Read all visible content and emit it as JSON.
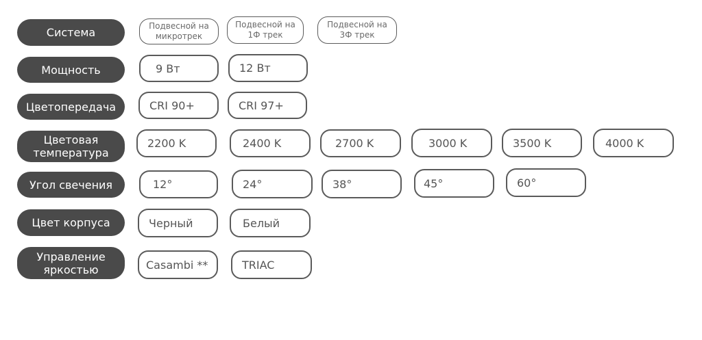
{
  "rows": [
    {
      "label": "Система",
      "options": [
        "Подвесной на\nмикротрек",
        "Подвесной на\n1Ф трек",
        "Подвесной на\n3Ф трек"
      ]
    },
    {
      "label": "Мощность",
      "options": [
        "9 Вт",
        "12 Вт"
      ]
    },
    {
      "label": "Цветопередача",
      "options": [
        "CRI 90+",
        "CRI 97+"
      ]
    },
    {
      "label": "Цветовая\nтемпература",
      "options": [
        "2200 K",
        "2400 K",
        "2700 K",
        "3000 K",
        "3500 K",
        "4000 K"
      ]
    },
    {
      "label": "Угол свечения",
      "options": [
        "12°",
        "24°",
        "38°",
        "45°",
        "60°"
      ]
    },
    {
      "label": "Цвет корпуса",
      "options": [
        "Черный",
        "Белый"
      ]
    },
    {
      "label": "Управление\nяркостью",
      "options": [
        "Casambi **",
        "TRIAC"
      ]
    }
  ]
}
